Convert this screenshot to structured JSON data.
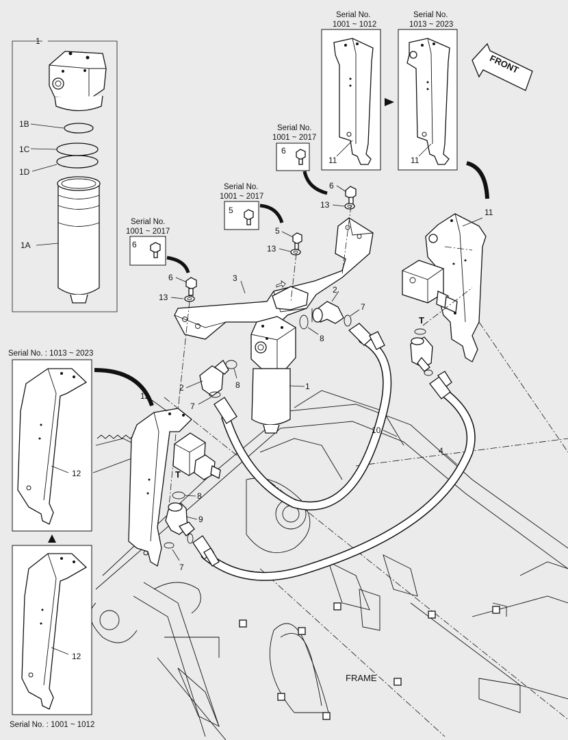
{
  "labels": {
    "detail_box": "1",
    "p_1B": "1B",
    "p_1C": "1C",
    "p_1D": "1D",
    "p_1A": "1A",
    "p_1": "1",
    "p_2a": "2",
    "p_2b": "2",
    "p_3": "3",
    "p_4": "4",
    "p_5a": "5",
    "p_5b": "5",
    "p_6a": "6",
    "p_6b": "6",
    "p_6c": "6",
    "p_6d": "6",
    "p_7a": "7",
    "p_7b": "7",
    "p_7c": "7",
    "p_8a": "8",
    "p_8b": "8",
    "p_8c": "8",
    "p_9": "9",
    "p_10": "10",
    "p_11a": "11",
    "p_11b": "11",
    "p_11c": "11",
    "p_12a": "12",
    "p_12b": "12",
    "p_12c": "12",
    "p_13a": "13",
    "p_13b": "13",
    "p_13c": "13",
    "t_a": "T",
    "t_b": "T",
    "front": "FRONT",
    "frame": "FRAME"
  },
  "serials": {
    "top_a_title": "Serial No.",
    "top_a_range": "1001 ~ 1012",
    "top_b_title": "Serial No.",
    "top_b_range": "1013 ~ 2023",
    "bolt6_title": "Serial No.",
    "bolt6_range": "1001 ~ 2017",
    "bolt5_title": "Serial No.",
    "bolt5_range": "1001 ~ 2017",
    "bolt6b_title": "Serial No.",
    "bolt6b_range": "1001 ~ 2017",
    "left_top": "Serial No. : 1013 ~ 2023",
    "left_bottom": "Serial No. : 1001 ~ 1012"
  }
}
